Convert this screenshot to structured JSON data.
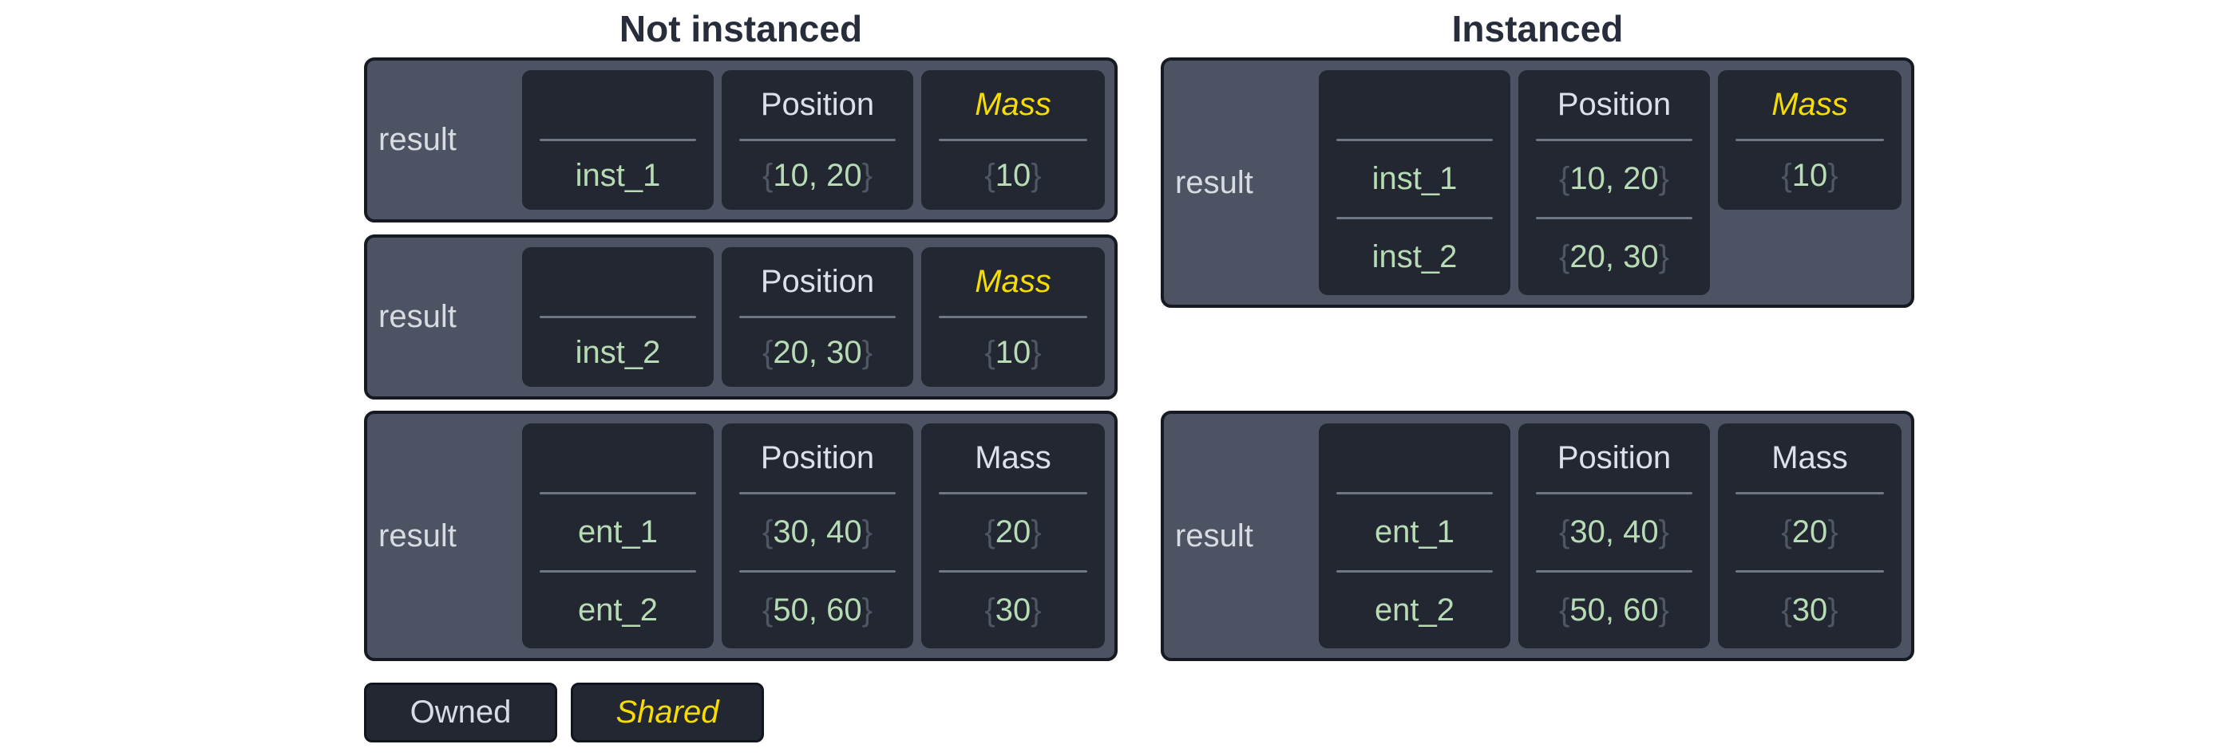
{
  "titles": {
    "not_instanced": "Not instanced",
    "instanced": "Instanced"
  },
  "symbols": {
    "brace_open": "{",
    "brace_close": "}"
  },
  "legend": {
    "owned": "Owned",
    "shared": "Shared"
  },
  "colors": {
    "shared_accent": "#f6dc00",
    "value_green": "#b7dcb5",
    "panel_bg": "#4d5362",
    "cell_bg": "#222731",
    "border": "#161a23",
    "header_text": "#dde0e7",
    "brace": "#4f5765",
    "title_text": "#272d3a"
  },
  "not_instanced": {
    "box1": {
      "label": "result",
      "entity": "inst_1",
      "position_header": "Position",
      "position_value": "10, 20",
      "mass_header": "Mass",
      "mass_value": "10"
    },
    "box2": {
      "label": "result",
      "entity": "inst_2",
      "position_header": "Position",
      "position_value": "20, 30",
      "mass_header": "Mass",
      "mass_value": "10"
    },
    "box3": {
      "label": "result",
      "entity_1": "ent_1",
      "entity_2": "ent_2",
      "position_header": "Position",
      "position_value_1": "30, 40",
      "position_value_2": "50, 60",
      "mass_header": "Mass",
      "mass_value_1": "20",
      "mass_value_2": "30"
    }
  },
  "instanced": {
    "box1": {
      "label": "result",
      "entity_1": "inst_1",
      "entity_2": "inst_2",
      "position_header": "Position",
      "position_value_1": "10, 20",
      "position_value_2": "20, 30",
      "mass_header": "Mass",
      "mass_value": "10"
    },
    "box2": {
      "label": "result",
      "entity_1": "ent_1",
      "entity_2": "ent_2",
      "position_header": "Position",
      "position_value_1": "30, 40",
      "position_value_2": "50, 60",
      "mass_header": "Mass",
      "mass_value_1": "20",
      "mass_value_2": "30"
    }
  }
}
